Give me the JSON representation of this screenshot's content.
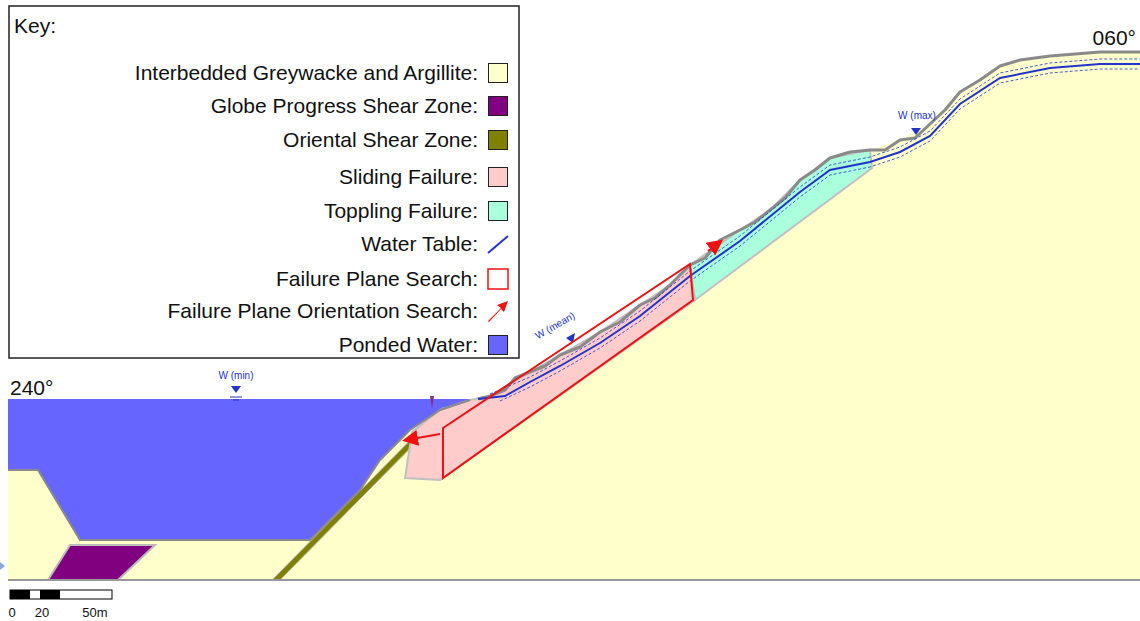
{
  "diagram": {
    "labels": [
      "Key:",
      "060°",
      "240°",
      "W (max)",
      "W (mean)",
      "W (min)",
      "0",
      "20",
      "50m"
    ],
    "legend": [
      {
        "text": "Interbedded Greywacke and Argillite:",
        "color": "#ffffcc"
      },
      {
        "text": "Globe Progress Shear Zone:",
        "color": "#800080"
      },
      {
        "text": "Oriental Shear Zone:",
        "color": "#808000"
      },
      {
        "text": "Sliding Failure:",
        "color": "#ffcccc"
      },
      {
        "text": "Toppling Failure:",
        "color": "#aaffdd"
      },
      {
        "text": "Water Table:"
      },
      {
        "text": "Failure Plane Search:"
      },
      {
        "text": "Failure Plane Orientation Search:"
      },
      {
        "text": "Ponded Water:",
        "color": "#6666ff"
      }
    ]
  }
}
